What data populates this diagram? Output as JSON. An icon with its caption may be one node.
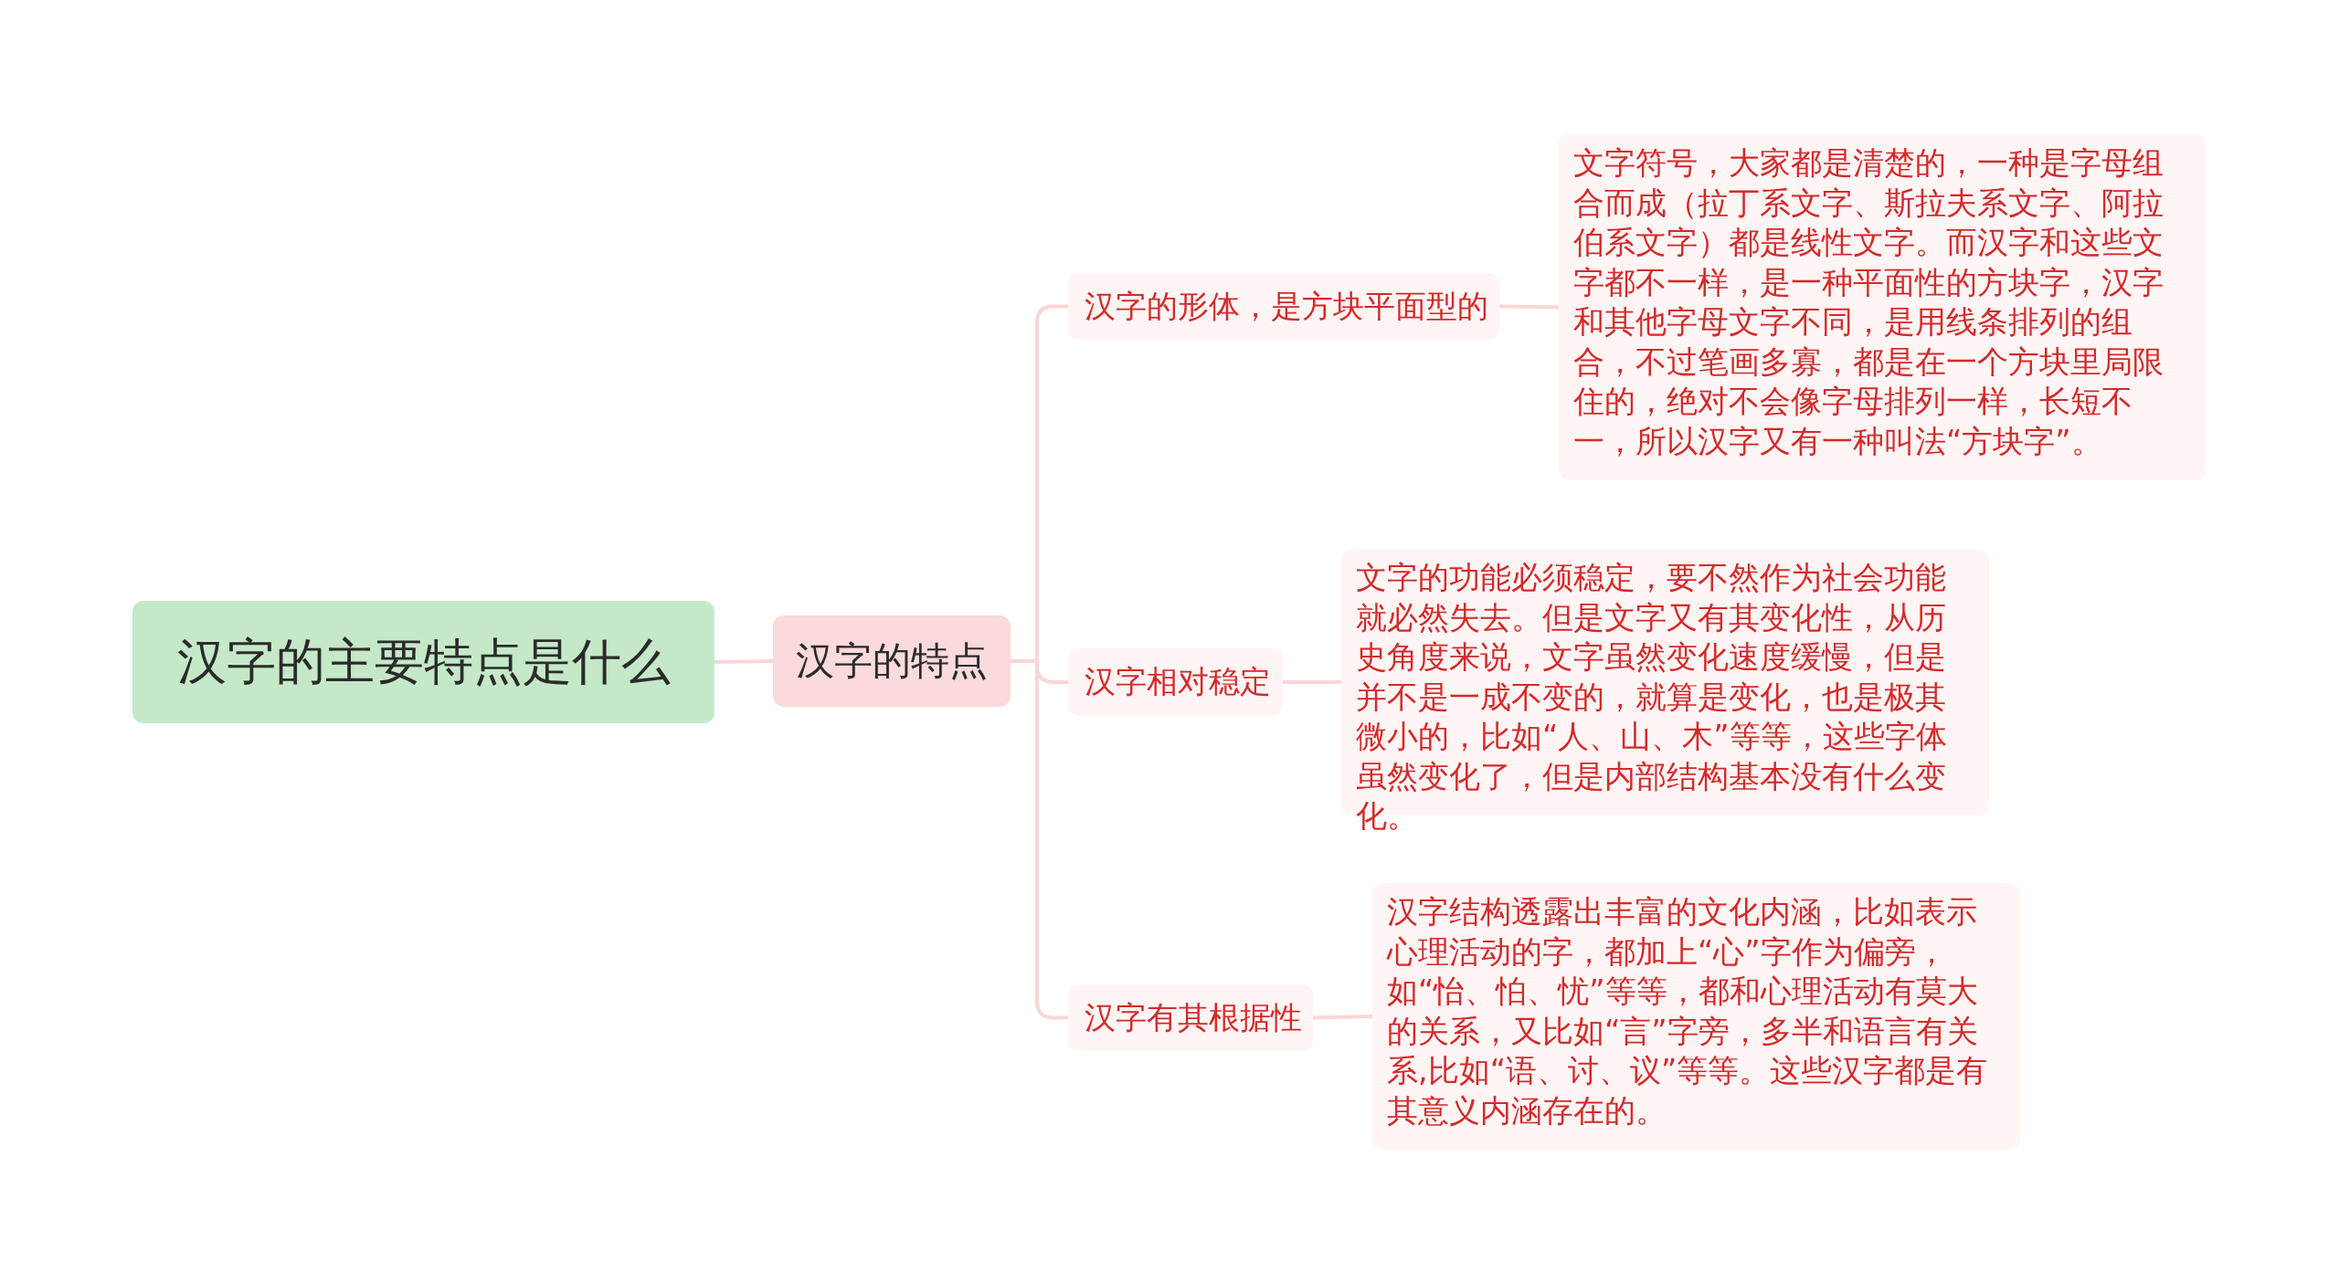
{
  "diagram": {
    "nodes": [
      {
        "text": [
          "汉字的主要特点是什么"
        ]
      },
      {
        "text": [
          "汉字的特点"
        ]
      },
      {
        "text": [
          "汉字的形体，是方块平面型的"
        ]
      },
      {
        "text": [
          "文字符号，大家都是清楚的，一种是字母组合而成（拉丁系文字、斯拉夫系文字、阿拉伯系文字）都是线性文字。而汉字和这些文字都不一样，是一种平面性的方块字，汉字和其他字母文字不同，是用线条排列的组合，不过笔画多寡，都是在一个方块里局限住的，绝对不会像字母排列一样，长短不一，所以汉字又有一种叫法“方块字”。"
        ]
      },
      {
        "text": [
          "汉字相对稳定"
        ]
      },
      {
        "text": [
          "文字的功能必须稳定，要不然作为社会功能就必然失去。但是文字又有其变化性，从历史角度来说，文字虽然变化速度缓慢，但是并不是一成不变的，就算是变化，也是极其微小的，比如“人、山、木”等等，这些字体虽然变化了，但是内部结构基本没有什么变化。"
        ]
      },
      {
        "text": [
          "汉字有其根据性"
        ]
      },
      {
        "text": [
          "汉字结构透露出丰富的文化内涵，比如表示心理活动的字，都加上“心”字作为偏旁，如“怡、怕、忧”等等，都和心理活动有莫大的关系，又比如“言”字旁，多半和语言有关系,比如“语、讨、议”等等。这些汉字都是有其意义内涵存在的。"
        ]
      }
    ],
    "edges": [
      {
        "from": 0,
        "to": 1,
        "arrow": "none"
      },
      {
        "from": 1,
        "to": 2,
        "arrow": "none"
      },
      {
        "from": 1,
        "to": 4,
        "arrow": "none"
      },
      {
        "from": 1,
        "to": 6,
        "arrow": "none"
      },
      {
        "from": 2,
        "to": 3,
        "arrow": "none"
      },
      {
        "from": 4,
        "to": 5,
        "arrow": "none"
      },
      {
        "from": 6,
        "to": 7,
        "arrow": "none"
      }
    ]
  }
}
